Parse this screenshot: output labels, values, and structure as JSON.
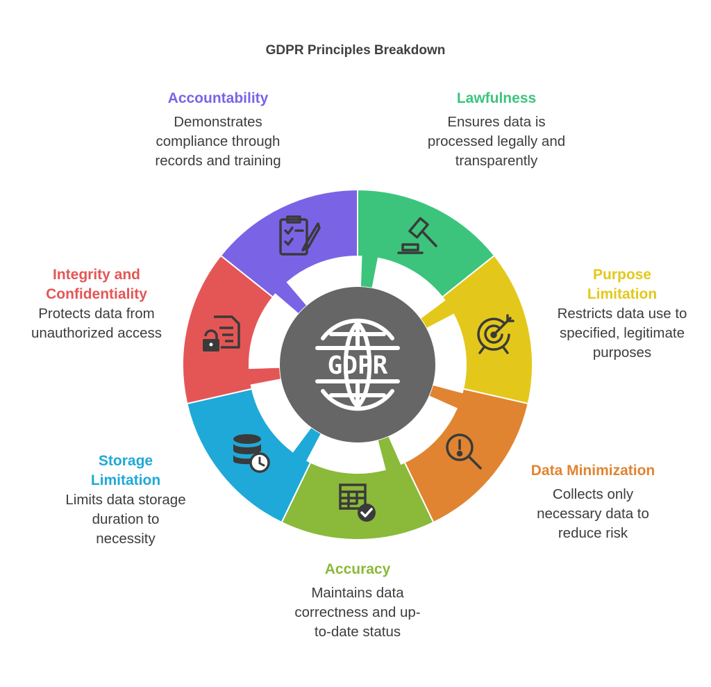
{
  "title": "GDPR Principles Breakdown",
  "center_label": "GDPR",
  "colors": {
    "center": "#666666",
    "text": "#3c3c3c",
    "white": "#ffffff",
    "icon_stroke": "#3a3a3a"
  },
  "principles": [
    {
      "key": "lawfulness",
      "title": "Lawfulness",
      "description": "Ensures data is processed legally and transparently",
      "color": "#3cc47c",
      "icon": "gavel-icon"
    },
    {
      "key": "purpose",
      "title": "Purpose Limitation",
      "description": "Restricts data use to specified, legitimate purposes",
      "color": "#e3c81b",
      "icon": "target-icon"
    },
    {
      "key": "minimization",
      "title": "Data Minimization",
      "description": "Collects only necessary data to reduce risk",
      "color": "#e08431",
      "icon": "magnifier-exclamation-icon"
    },
    {
      "key": "accuracy",
      "title": "Accuracy",
      "description": "Maintains data correctness and up-to-date status",
      "color": "#8bb93a",
      "icon": "table-check-icon"
    },
    {
      "key": "storage",
      "title": "Storage Limitation",
      "description": "Limits data storage duration to necessity",
      "color": "#1fa9d8",
      "icon": "database-clock-icon"
    },
    {
      "key": "integrity",
      "title": "Integrity and Confidentiality",
      "description": "Protects data from unauthorized access",
      "color": "#e45655",
      "icon": "document-lock-icon"
    },
    {
      "key": "accountability",
      "title": "Accountability",
      "description": "Demonstrates compliance through records and training",
      "color": "#7b63e6",
      "icon": "clipboard-check-icon"
    }
  ]
}
